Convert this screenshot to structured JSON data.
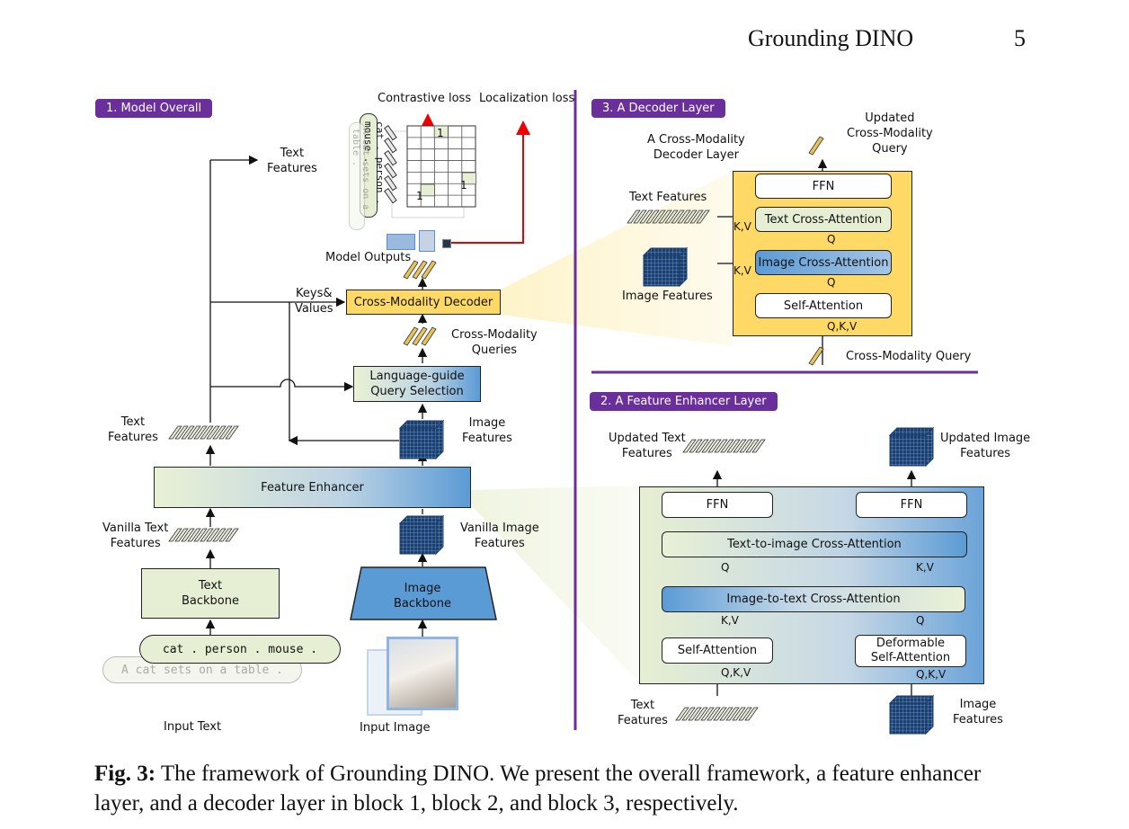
{
  "header": {
    "running_title": "Grounding DINO",
    "page_number": "5"
  },
  "block1": {
    "tag": "1. Model Overall",
    "contrastive_loss": "Contrastive loss",
    "localization_loss": "Localization loss",
    "text_tokens": "cat . person . mouse .",
    "text_tokens_faded": "A cat sets on a table .",
    "matrix_one": "1",
    "text_features_top": "Text\nFeatures",
    "model_outputs": "Model Outputs",
    "keys_values": "Keys&\nValues",
    "cross_modality_decoder": "Cross-Modality Decoder",
    "cross_modality_queries": "Cross-Modality\nQueries",
    "language_guide": "Language-guide\nQuery Selection",
    "text_features_mid": "Text\nFeatures",
    "image_features_mid": "Image\nFeatures",
    "feature_enhancer": "Feature Enhancer",
    "vanilla_text": "Vanilla Text\nFeatures",
    "vanilla_image": "Vanilla Image\nFeatures",
    "text_backbone": "Text\nBackbone",
    "image_backbone": "Image\nBackbone",
    "input_text_main": "cat . person . mouse .",
    "input_text_faded": "A cat sets on a table .",
    "input_text_label": "Input Text",
    "input_image_label": "Input Image"
  },
  "block3": {
    "tag": "3. A Decoder Layer",
    "layer_title": "A Cross-Modality\nDecoder Layer",
    "updated_query": "Updated\nCross-Modality\nQuery",
    "text_features": "Text Features",
    "image_features": "Image Features",
    "ffn": "FFN",
    "text_cross_attn": "Text Cross-Attention",
    "image_cross_attn": "Image Cross-Attention",
    "self_attn": "Self-Attention",
    "kv1": "K,V",
    "kv2": "K,V",
    "q1": "Q",
    "q2": "Q",
    "qkv": "Q,K,V",
    "cross_modality_query": "Cross-Modality Query"
  },
  "block2": {
    "tag": "2. A Feature Enhancer Layer",
    "updated_text": "Updated Text\nFeatures",
    "updated_image": "Updated Image\nFeatures",
    "ffn_left": "FFN",
    "ffn_right": "FFN",
    "t2i": "Text-to-image Cross-Attention",
    "i2t": "Image-to-text Cross-Attention",
    "self_attn": "Self-Attention",
    "deform": "Deformable\nSelf-Attention",
    "q_left": "Q",
    "kv_right": "K,V",
    "kv_left": "K,V",
    "q_right": "Q",
    "qkv_left": "Q,K,V",
    "qkv_right": "Q,K,V",
    "text_features": "Text\nFeatures",
    "image_features": "Image\nFeatures"
  },
  "caption": {
    "label": "Fig. 3:",
    "text": " The framework of Grounding DINO. We present the overall framework, a feature enhancer layer, and a decoder layer in block 1, block 2, and block 3, respectively."
  }
}
